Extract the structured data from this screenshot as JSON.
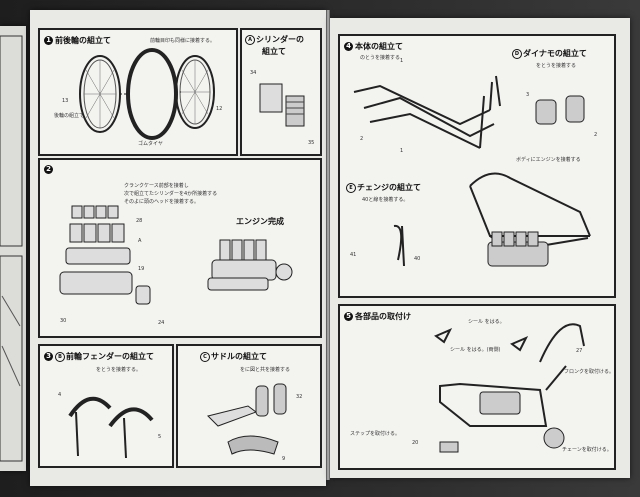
{
  "steps": {
    "s1": {
      "number": "1",
      "title": "前後輪の組立て",
      "note": "前輪目印も同様に接着する。",
      "callouts": {
        "c1": "13",
        "c2": "12",
        "label_a": "後輪の組立て",
        "label_b": "ゴムタイヤ"
      }
    },
    "sA": {
      "letter": "A",
      "title_1": "シリンダーの",
      "title_2": "組立て",
      "callouts": {
        "c1": "34",
        "c2": "35"
      }
    },
    "s2": {
      "number": "2",
      "note_1": "クランクケース前部を接着し",
      "note_2": "次で組立てたシリンダーを4か所接着する",
      "note_3": "そのよに頭のヘッドを接着する。",
      "callouts": {
        "c1": "28",
        "c2": "A",
        "c3": "19",
        "c4": "30",
        "c5": "24"
      },
      "caption": "エンジン完成"
    },
    "s3": {
      "number": "3",
      "letter": "B",
      "title": "前輪フェンダーの組立て",
      "note": "をとうを接着する。",
      "callouts": {
        "c1": "4",
        "c2": "5"
      }
    },
    "sC": {
      "letter": "C",
      "title": "サドルの組立て",
      "note": "をに図と共を接着する",
      "callouts": {
        "c1": "32",
        "c2": "9"
      }
    },
    "s4": {
      "number": "4",
      "title": "本体の組立て",
      "note": "のとうを接着する",
      "callouts": {
        "c1": "1",
        "c2": "2",
        "c3": "1"
      }
    },
    "sD": {
      "letter": "D",
      "title": "ダイナモの組立て",
      "note": "をとうを接着する",
      "callouts": {
        "c1": "3",
        "c2": "2",
        "c3": "ボディにエンジンを接着する"
      }
    },
    "sE": {
      "letter": "E",
      "title": "チェンジの組立て",
      "note": "40と線を接着する。",
      "callouts": {
        "c1": "41",
        "c2": "40"
      }
    },
    "s5": {
      "number": "5",
      "title": "各部品の取付け",
      "notes": {
        "n1": "シール をはる。",
        "n2": "シール をはる。(両側)",
        "n3": "ステップを取付ける。",
        "n4": "フロンクを取付ける。",
        "n5": "チェーンを取付ける。"
      },
      "callouts": {
        "c1": "20",
        "c2": "27"
      }
    }
  },
  "colors": {
    "paper": "#e9e9e6",
    "ink": "#111111",
    "background": "#2a2a2a"
  }
}
